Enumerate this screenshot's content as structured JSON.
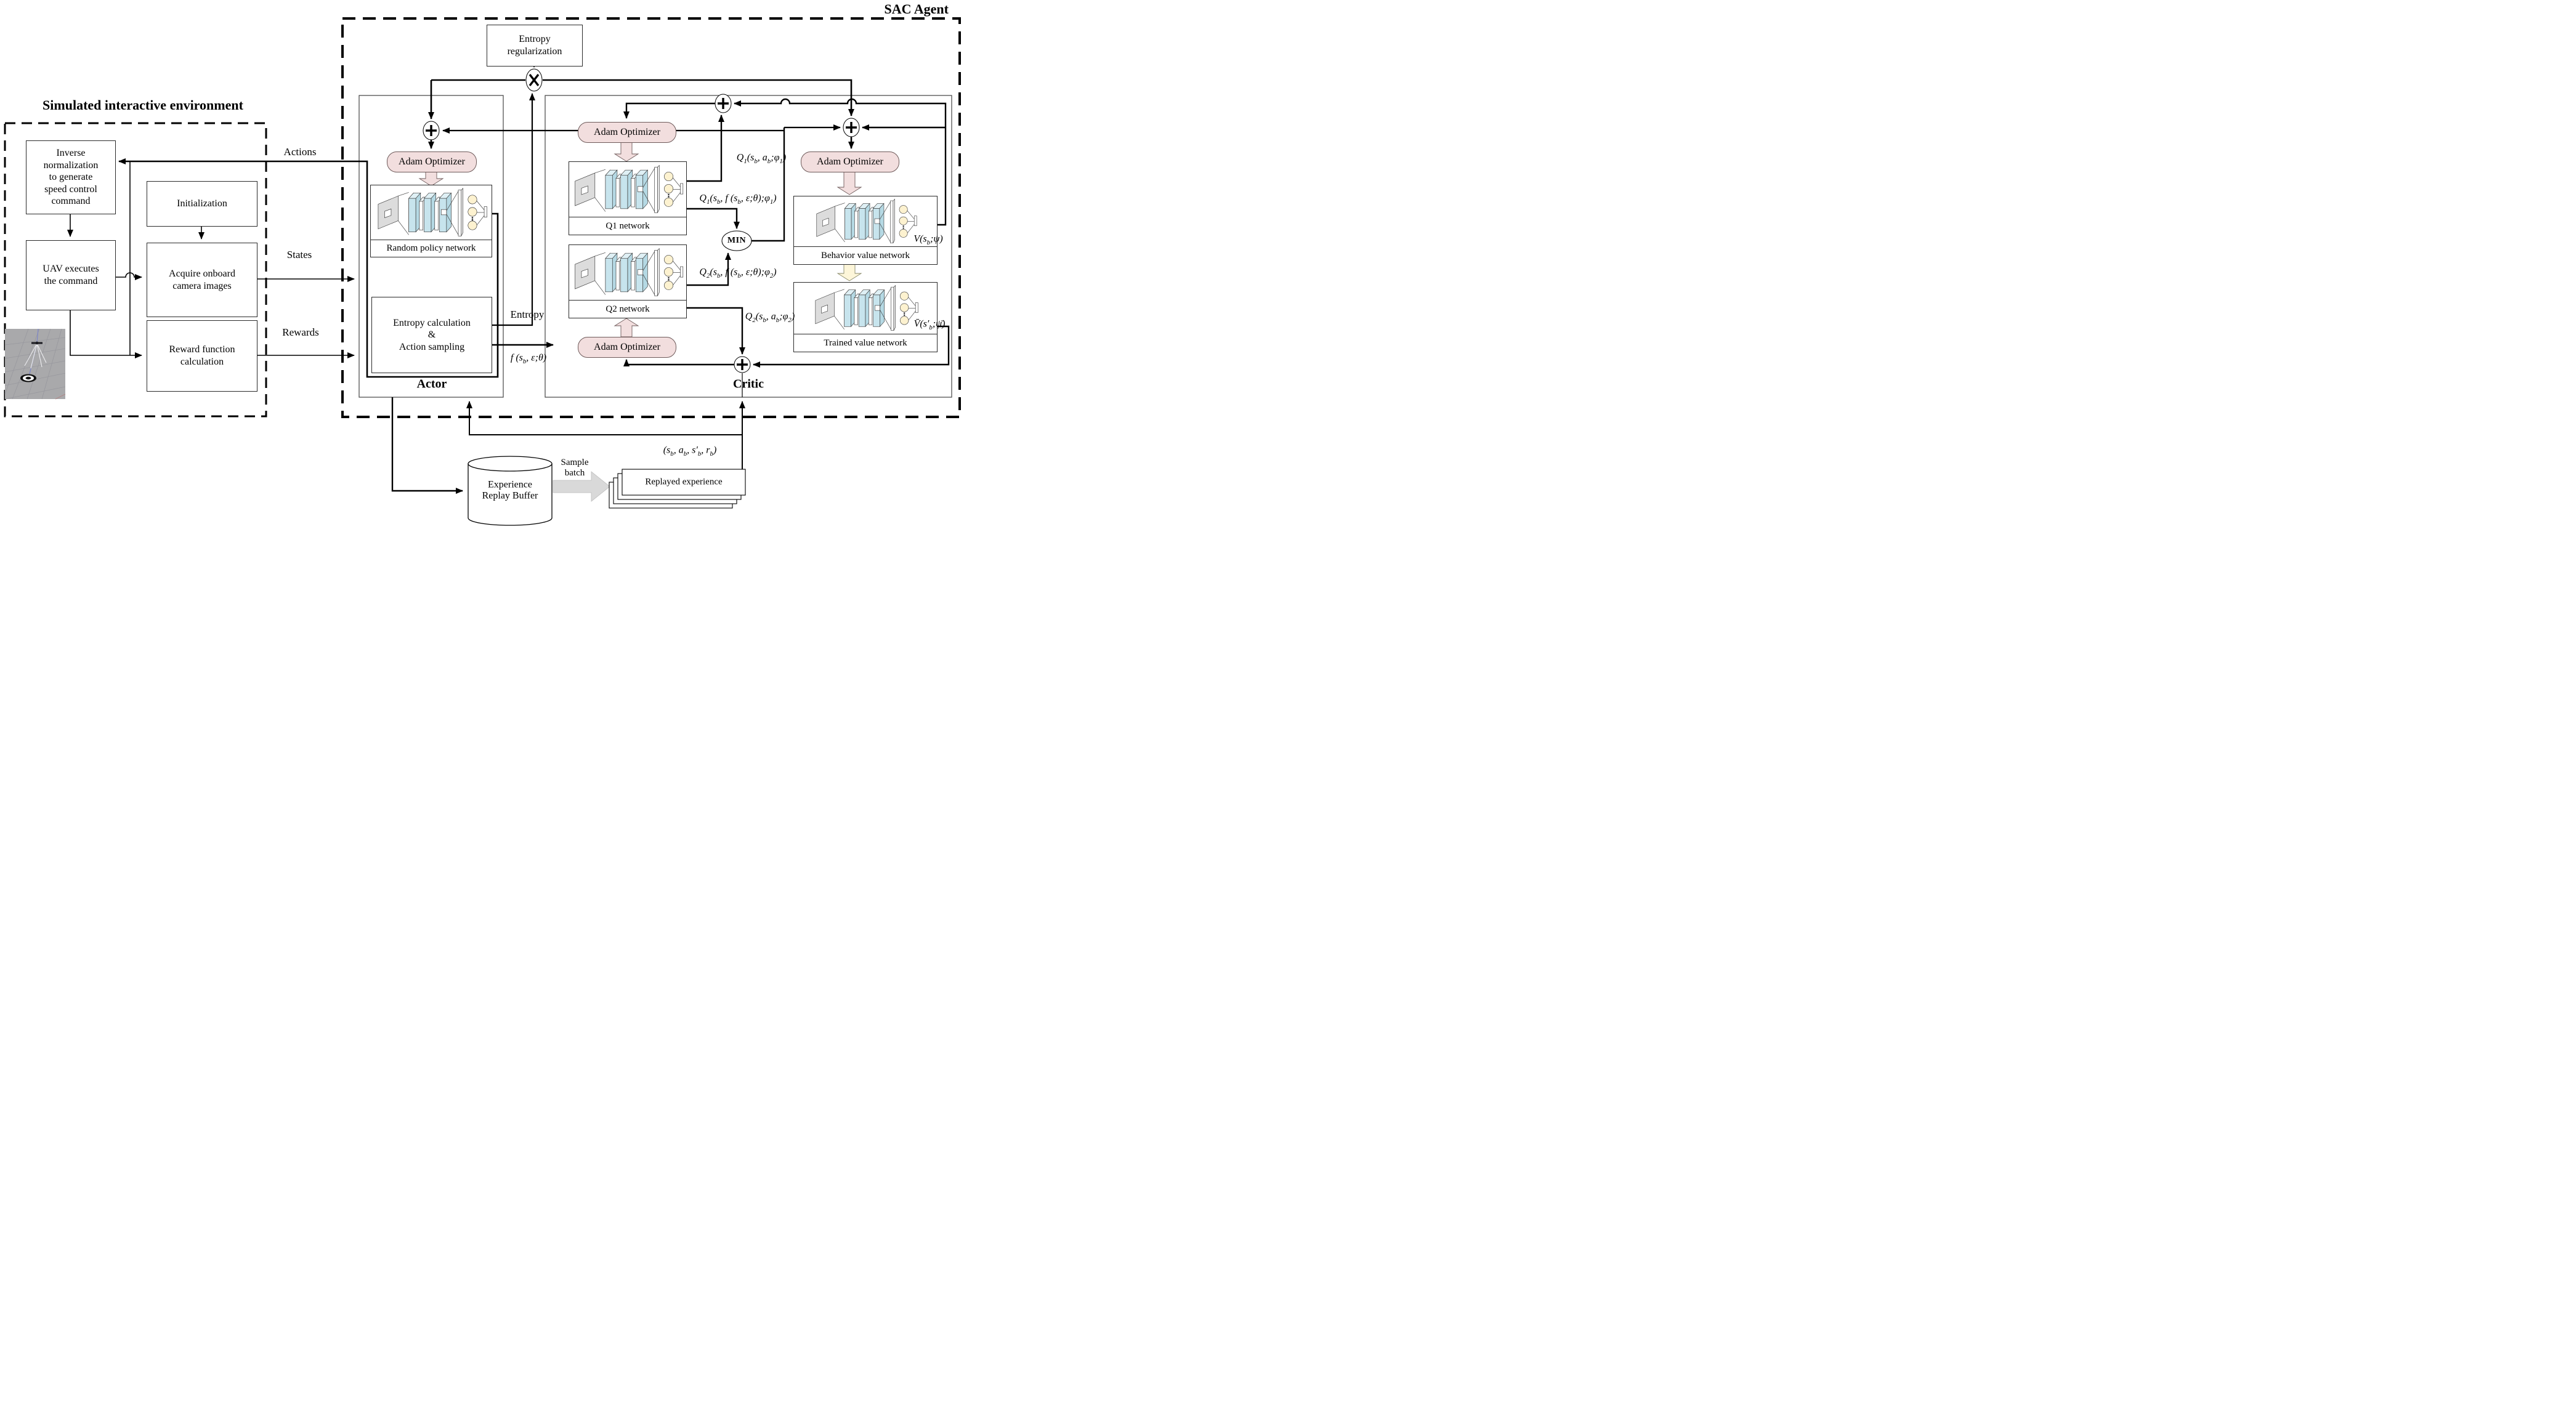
{
  "sac_agent_label": "SAC Agent",
  "environment": {
    "title": "Simulated interactive environment",
    "inverse_normalization": "Inverse\nnormalization\nto generate\nspeed control\ncommand",
    "uav_executes": "UAV executes\nthe command",
    "initialization": "Initialization",
    "acquire_images": "Acquire onboard\ncamera images",
    "reward_calculation": "Reward function\ncalculation"
  },
  "signals": {
    "actions": "Actions",
    "states": "States",
    "rewards": "Rewards",
    "entropy": "Entropy",
    "action_sample_math": "f (s_b, ε;θ)",
    "experience_tuple_math": "(s_b, a_b, s′_b, r_b)",
    "sample_batch": "Sample\nbatch"
  },
  "actor": {
    "label": "Actor",
    "entropy_regularization": "Entropy\nregularization",
    "adam": "Adam Optimizer",
    "policy_network": "Random policy network",
    "entropy_action_box": "Entropy calculation\n&\nAction sampling"
  },
  "critic": {
    "label": "Critic",
    "adam_q1": "Adam Optimizer",
    "adam_q2": "Adam Optimizer",
    "adam_value": "Adam Optimizer",
    "q1_network": "Q1 network",
    "q2_network": "Q2 network",
    "behavior_network": "Behavior value network",
    "trained_network": "Trained value network",
    "min_label": "MIN",
    "q1_sa_math": "Q_1(s_b, a_b;φ_1)",
    "q1_sf_math": "Q_1(s_b, f (s_b, ε;θ);φ_1)",
    "q2_sf_math": "Q_2(s_b, f (s_b, ε;θ);φ_2)",
    "q2_sa_math": "Q_2(s_b, a_b;φ_2)",
    "v_math": "V(s_b;ψ)",
    "v_target_math": "V̄(s′_b;ψ̄)"
  },
  "replay": {
    "buffer": "Experience\nReplay Buffer",
    "replayed": "Replayed experience"
  },
  "colors": {
    "optimizer_pink": "#f2dede",
    "conv_layer_blue": "#c7e4ed",
    "neuron_yellow": "#fdf2d0",
    "target_arrow_yellow": "#fdf6d9",
    "sample_arrow_gray": "#d9d9d9",
    "sim_background_gray": "#a9a9ab"
  }
}
